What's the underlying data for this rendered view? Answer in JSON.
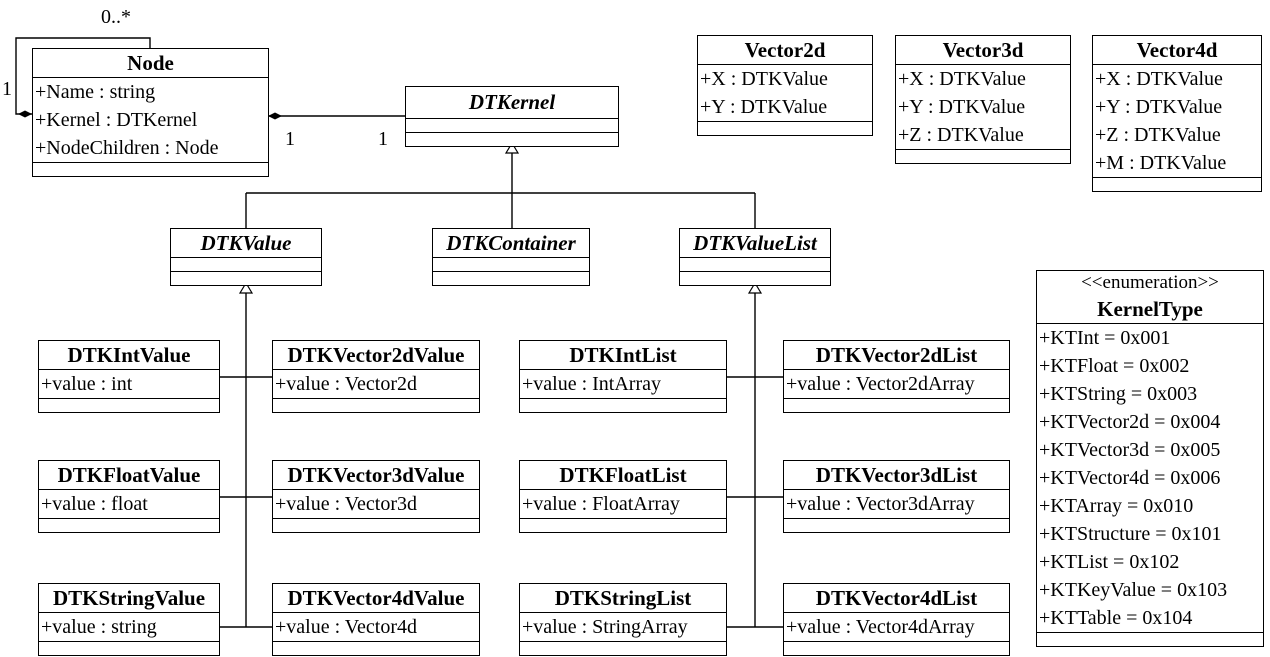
{
  "classes": {
    "node": {
      "name": "Node",
      "attrs": [
        "+Name : string",
        "+Kernel : DTKernel",
        "+NodeChildren : Node"
      ]
    },
    "dtkernel": {
      "name": "DTKernel"
    },
    "vector2d": {
      "name": "Vector2d",
      "attrs": [
        "+X : DTKValue",
        "+Y : DTKValue"
      ]
    },
    "vector3d": {
      "name": "Vector3d",
      "attrs": [
        "+X : DTKValue",
        "+Y : DTKValue",
        "+Z : DTKValue"
      ]
    },
    "vector4d": {
      "name": "Vector4d",
      "attrs": [
        "+X : DTKValue",
        "+Y : DTKValue",
        "+Z : DTKValue",
        "+M : DTKValue"
      ]
    },
    "dtkvalue": {
      "name": "DTKValue"
    },
    "dtkcontainer": {
      "name": "DTKContainer"
    },
    "dtkvaluelist": {
      "name": "DTKValueList"
    },
    "dtkintvalue": {
      "name": "DTKIntValue",
      "attrs": [
        "+value : int"
      ]
    },
    "dtkfloatvalue": {
      "name": "DTKFloatValue",
      "attrs": [
        "+value : float"
      ]
    },
    "dtkstringvalue": {
      "name": "DTKStringValue",
      "attrs": [
        "+value : string"
      ]
    },
    "dtkvector2dvalue": {
      "name": "DTKVector2dValue",
      "attrs": [
        "+value : Vector2d"
      ]
    },
    "dtkvector3dvalue": {
      "name": "DTKVector3dValue",
      "attrs": [
        "+value : Vector3d"
      ]
    },
    "dtkvector4dvalue": {
      "name": "DTKVector4dValue",
      "attrs": [
        "+value : Vector4d"
      ]
    },
    "dtkintlist": {
      "name": "DTKIntList",
      "attrs": [
        "+value : IntArray"
      ]
    },
    "dtkfloatlist": {
      "name": "DTKFloatList",
      "attrs": [
        "+value : FloatArray"
      ]
    },
    "dtkstringlist": {
      "name": "DTKStringList",
      "attrs": [
        "+value : StringArray"
      ]
    },
    "dtkvector2dlist": {
      "name": "DTKVector2dList",
      "attrs": [
        "+value : Vector2dArray"
      ]
    },
    "dtkvector3dlist": {
      "name": "DTKVector3dList",
      "attrs": [
        "+value : Vector3dArray"
      ]
    },
    "dtkvector4dlist": {
      "name": "DTKVector4dList",
      "attrs": [
        "+value : Vector4dArray"
      ]
    },
    "kerneltype": {
      "stereotype": "<<enumeration>>",
      "name": "KernelType",
      "attrs": [
        "+KTInt = 0x001",
        "+KTFloat = 0x002",
        "+KTString = 0x003",
        "+KTVector2d = 0x004",
        "+KTVector3d = 0x005",
        "+KTVector4d = 0x006",
        "+KTArray = 0x010",
        "+KTStructure = 0x101",
        "+KTList = 0x102",
        "+KTKeyValue = 0x103",
        "+KTTable = 0x104"
      ]
    }
  },
  "labels": {
    "self_multiplicity": "0..*",
    "self_one": "1",
    "kernel_node_end": "1",
    "kernel_dtkernel_end": "1"
  }
}
